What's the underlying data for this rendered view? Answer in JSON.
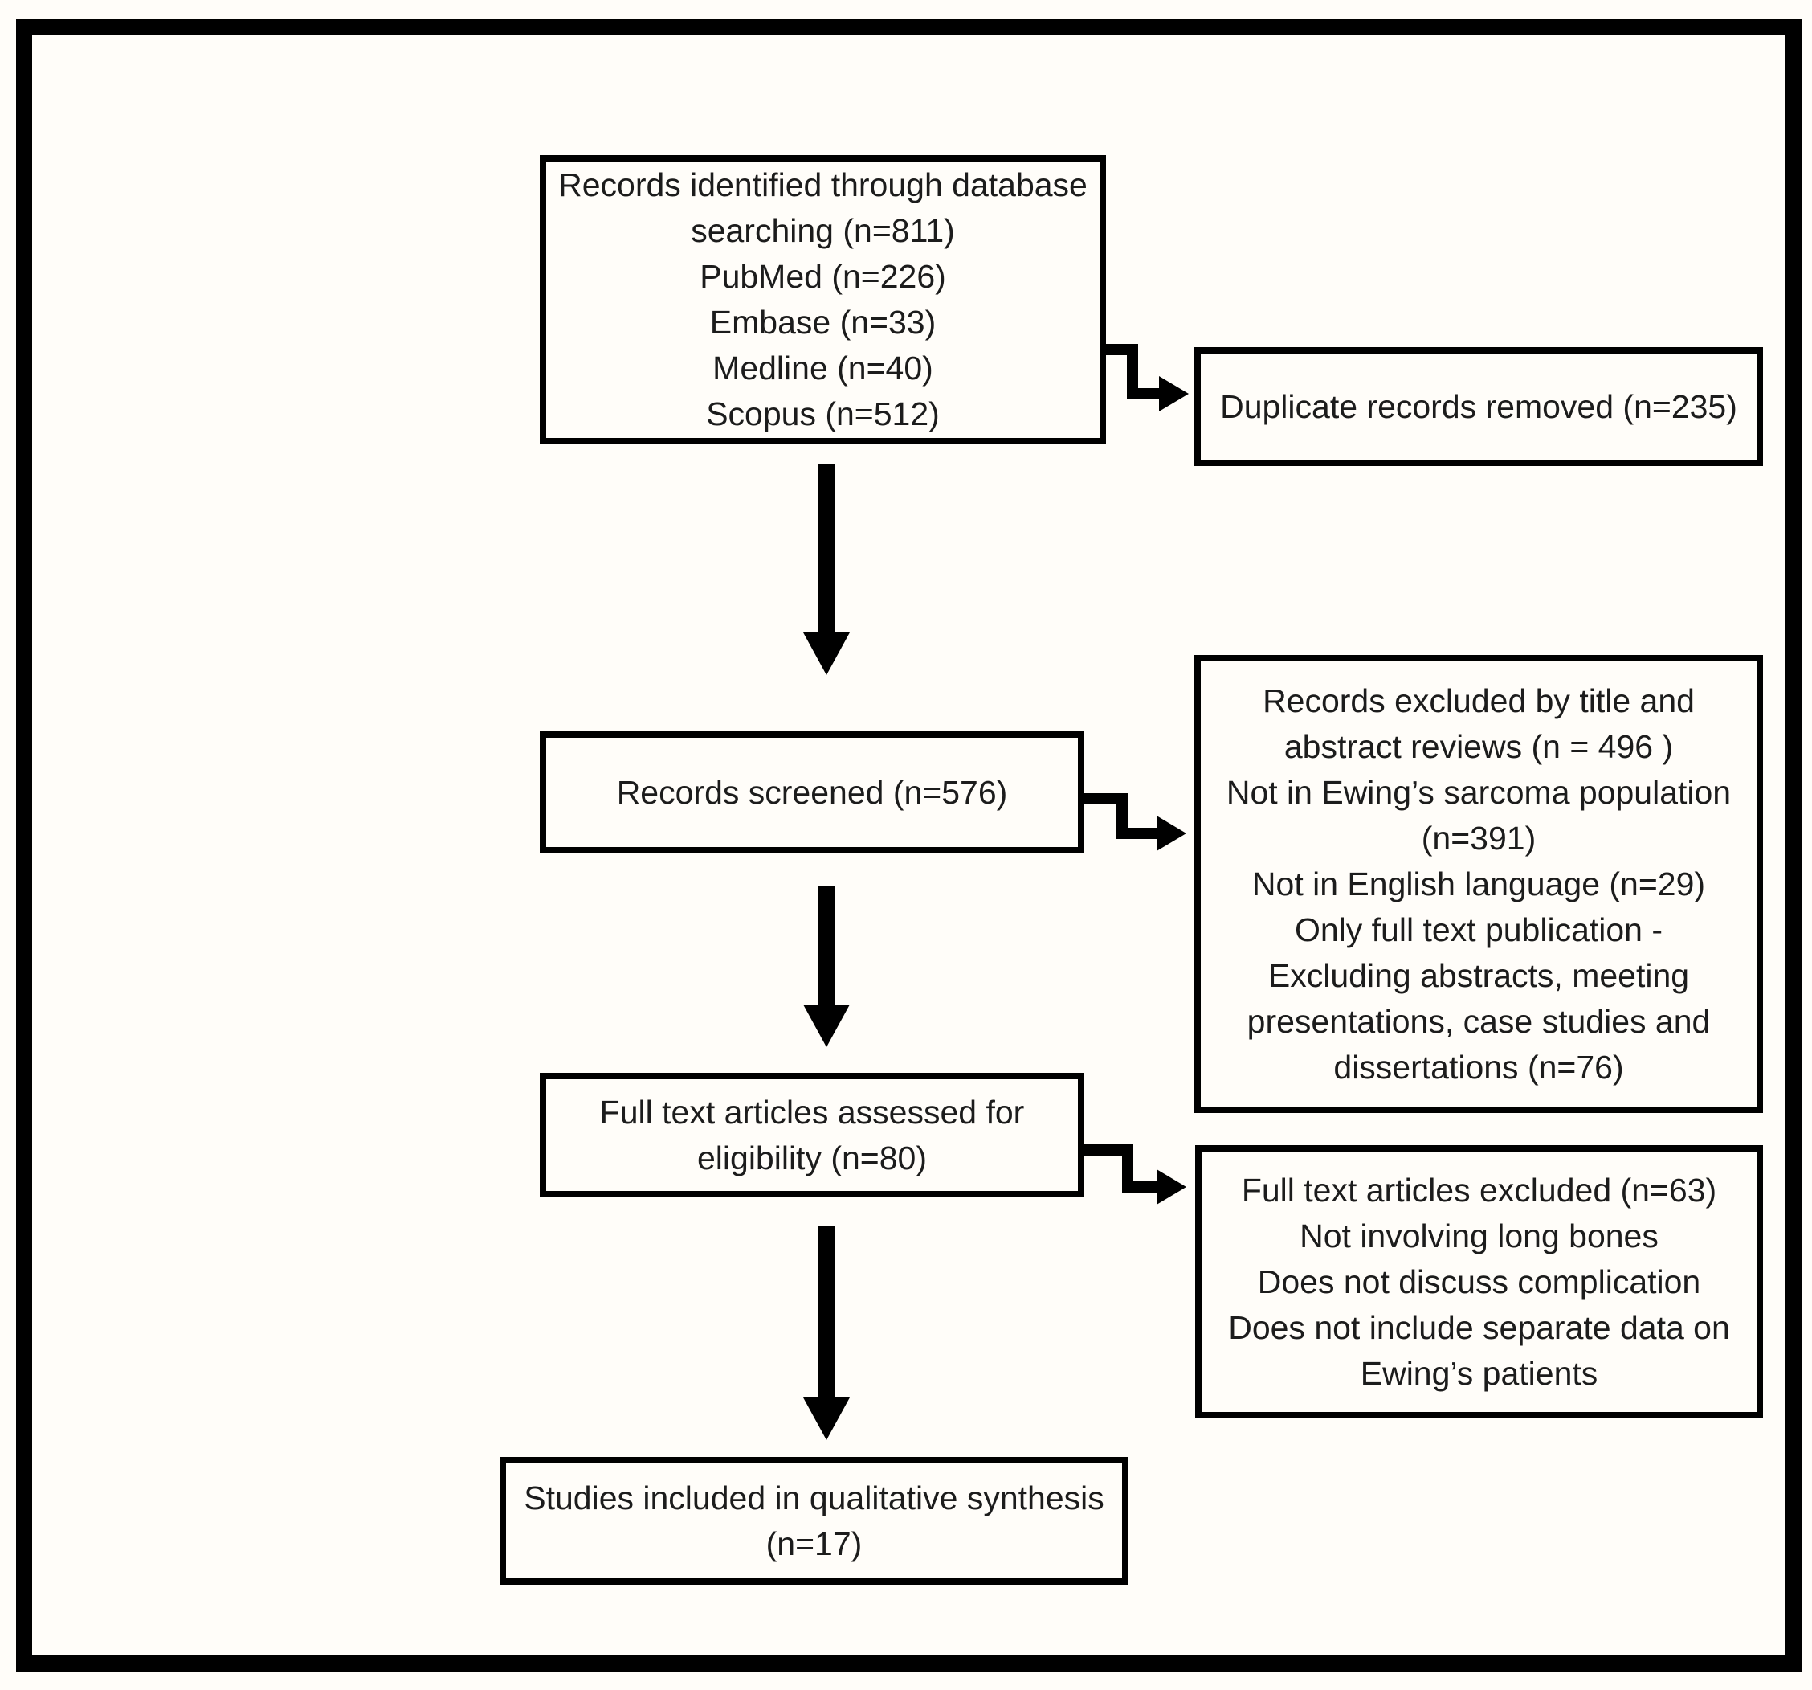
{
  "diagram": {
    "colors": {
      "line": "#000000",
      "text": "#1c1c1c",
      "background": "#fffdf9"
    },
    "boxes": {
      "identification": {
        "lines": [
          "Records identified through database",
          "searching (n=811)",
          "PubMed (n=226)",
          "Embase (n=33)",
          "Medline (n=40)",
          "Scopus (n=512)"
        ]
      },
      "duplicates": {
        "lines": [
          "Duplicate records removed (n=235)"
        ]
      },
      "screened": {
        "lines": [
          "Records screened (n=576)"
        ]
      },
      "excluded_title_abstract": {
        "lines": [
          "Records excluded by title and",
          "abstract reviews (n = 496 )",
          "Not in Ewing’s sarcoma population",
          "(n=391)",
          "Not in English language (n=29)",
          "Only full text publication -",
          "Excluding abstracts, meeting",
          "presentations, case studies and",
          "dissertations (n=76)"
        ]
      },
      "assessed": {
        "lines": [
          "Full text articles assessed for",
          "eligibility (n=80)"
        ]
      },
      "excluded_full_text": {
        "lines": [
          "Full text articles excluded (n=63)",
          "Not involving long bones",
          "Does not discuss complication",
          "Does not include separate data on",
          "Ewing’s patients"
        ]
      },
      "included": {
        "lines": [
          "Studies included in qualitative synthesis",
          "(n=17)"
        ]
      }
    }
  }
}
